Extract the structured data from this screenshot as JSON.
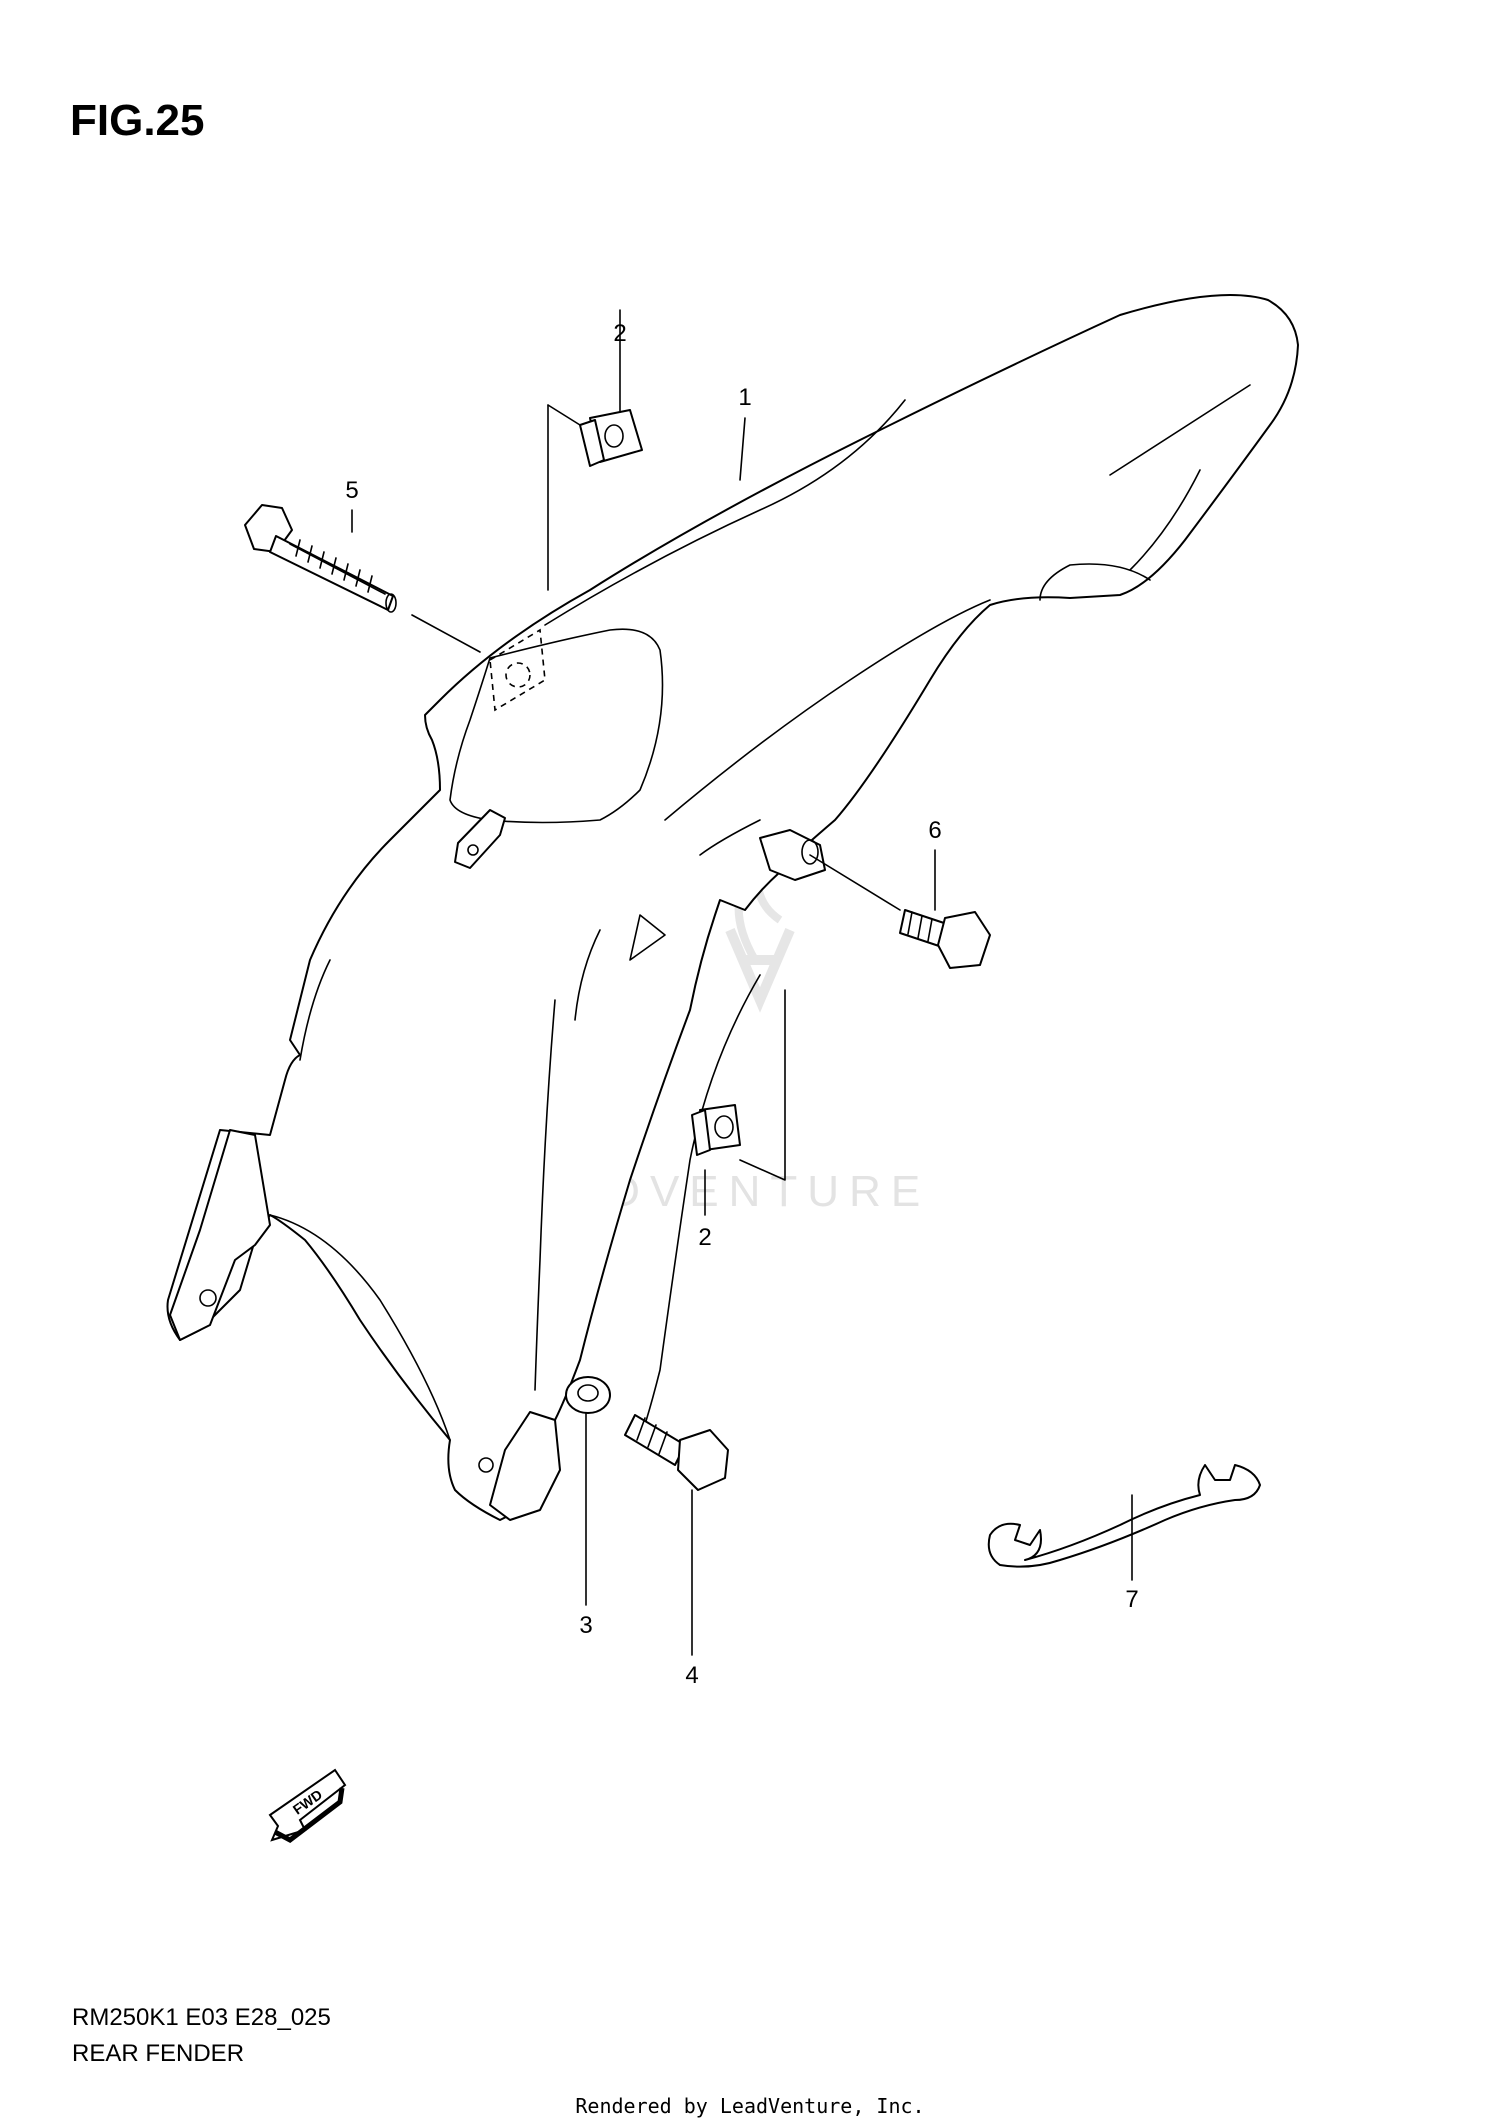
{
  "figure": {
    "title": "FIG.25"
  },
  "callouts": [
    {
      "number": "1"
    },
    {
      "number": "2"
    },
    {
      "number": "2"
    },
    {
      "number": "3"
    },
    {
      "number": "4"
    },
    {
      "number": "5"
    },
    {
      "number": "6"
    },
    {
      "number": "7"
    }
  ],
  "direction_marker": {
    "label": "FWD"
  },
  "watermark": {
    "text": "LEADVENTURE"
  },
  "footer": {
    "model_code": "RM250K1 E03 E28_025",
    "caption": "REAR FENDER",
    "rendered_by": "Rendered by LeadVenture, Inc."
  }
}
